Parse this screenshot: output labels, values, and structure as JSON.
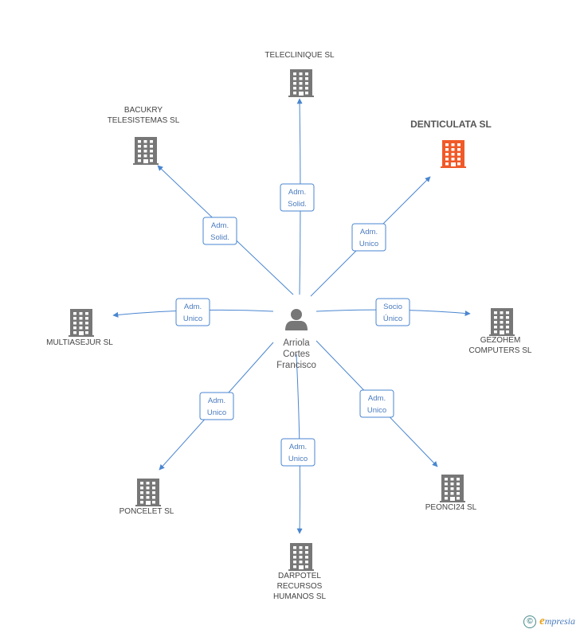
{
  "center": {
    "name_lines": [
      "Arriola",
      "Cortes",
      "Francisco"
    ],
    "icon": "person-icon"
  },
  "companies": [
    {
      "key": "telecl",
      "lines": [
        "TELECLINIQUE SL"
      ],
      "highlight": false,
      "relation": [
        "Adm.",
        "Solid."
      ]
    },
    {
      "key": "denticulata",
      "lines": [
        "DENTICULATA SL"
      ],
      "highlight": true,
      "relation": [
        "Adm.",
        "Unico"
      ]
    },
    {
      "key": "gezohem",
      "lines": [
        "GEZOHEM",
        "COMPUTERS  SL"
      ],
      "highlight": false,
      "relation": [
        "Socio",
        "Único"
      ]
    },
    {
      "key": "peonci24",
      "lines": [
        "PEONCI24 SL"
      ],
      "highlight": false,
      "relation": [
        "Adm.",
        "Unico"
      ]
    },
    {
      "key": "darpotel",
      "lines": [
        "DARPOTEL",
        "RECURSOS",
        "HUMANOS SL"
      ],
      "highlight": false,
      "relation": [
        "Adm.",
        "Unico"
      ]
    },
    {
      "key": "poncelet",
      "lines": [
        "PONCELET SL"
      ],
      "highlight": false,
      "relation": [
        "Adm.",
        "Unico"
      ]
    },
    {
      "key": "multiasejur",
      "lines": [
        "MULTIASEJUR SL"
      ],
      "highlight": false,
      "relation": [
        "Adm.",
        "Unico"
      ]
    },
    {
      "key": "bacukry",
      "lines": [
        "BACUKRY",
        "TELESISTEMAS SL"
      ],
      "highlight": false,
      "relation": [
        "Adm.",
        "Solid."
      ]
    }
  ],
  "colors": {
    "edge": "#4a86d0",
    "building": "#777777",
    "highlight": "#f05a28",
    "box_border": "#4a86d0"
  },
  "footer": {
    "copyright_symbol": "©",
    "brand_initial": "e",
    "brand_rest": "mpresia"
  }
}
